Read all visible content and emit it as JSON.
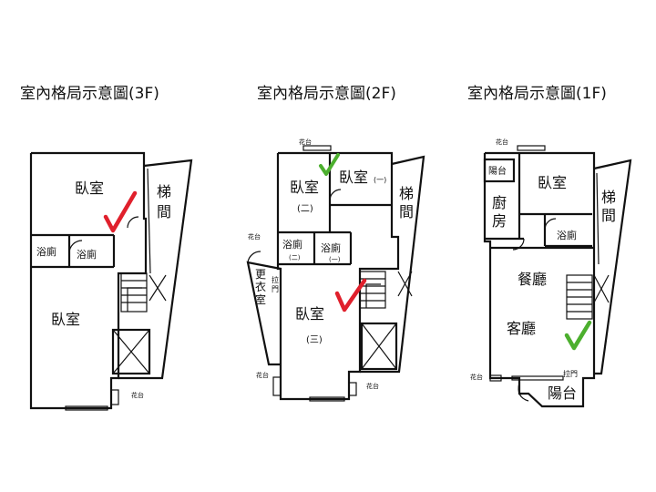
{
  "plans": [
    {
      "title": "室內格局示意圖(3F)",
      "rooms": {
        "bedroom_top": "臥室",
        "bath_left": "浴廁",
        "bath_right": "浴廁",
        "bedroom_bottom": "臥室",
        "stair_1": "梯",
        "stair_2": "間",
        "planter": "花台"
      },
      "mark_color": "#e0202c"
    },
    {
      "title": "室內格局示意圖(2F)",
      "rooms": {
        "bedroom_2": "臥室",
        "bedroom_2_num": "(二)",
        "bedroom_1": "臥室",
        "bedroom_1_num": "(一)",
        "bath_2": "浴廁",
        "bath_2_num": "(二)",
        "bath_1": "浴廁",
        "bath_1_num": "(一)",
        "closet_1": "更",
        "closet_2": "衣",
        "closet_3": "室",
        "sliding_door_1": "拉",
        "sliding_door_2": "門",
        "bedroom_3": "臥室",
        "bedroom_3_num": "(三)",
        "stair_1": "梯",
        "stair_2": "間",
        "planter_top": "花台",
        "planter_left": "花台",
        "planter_bottom": "花台",
        "planter_right": "花台"
      },
      "mark_colors": [
        "#4caf2e",
        "#e0202c"
      ]
    },
    {
      "title": "室內格局示意圖(1F)",
      "rooms": {
        "balcony_small": "陽台",
        "kitchen_1": "廚",
        "kitchen_2": "房",
        "bedroom": "臥室",
        "bath": "浴廁",
        "stair_1": "梯",
        "stair_2": "間",
        "dining": "餐廳",
        "living": "客廳",
        "sliding_door": "拉門",
        "balcony_big": "陽台",
        "planter_top": "花台",
        "planter_bottom": "花台"
      },
      "mark_color": "#4caf2e"
    }
  ]
}
